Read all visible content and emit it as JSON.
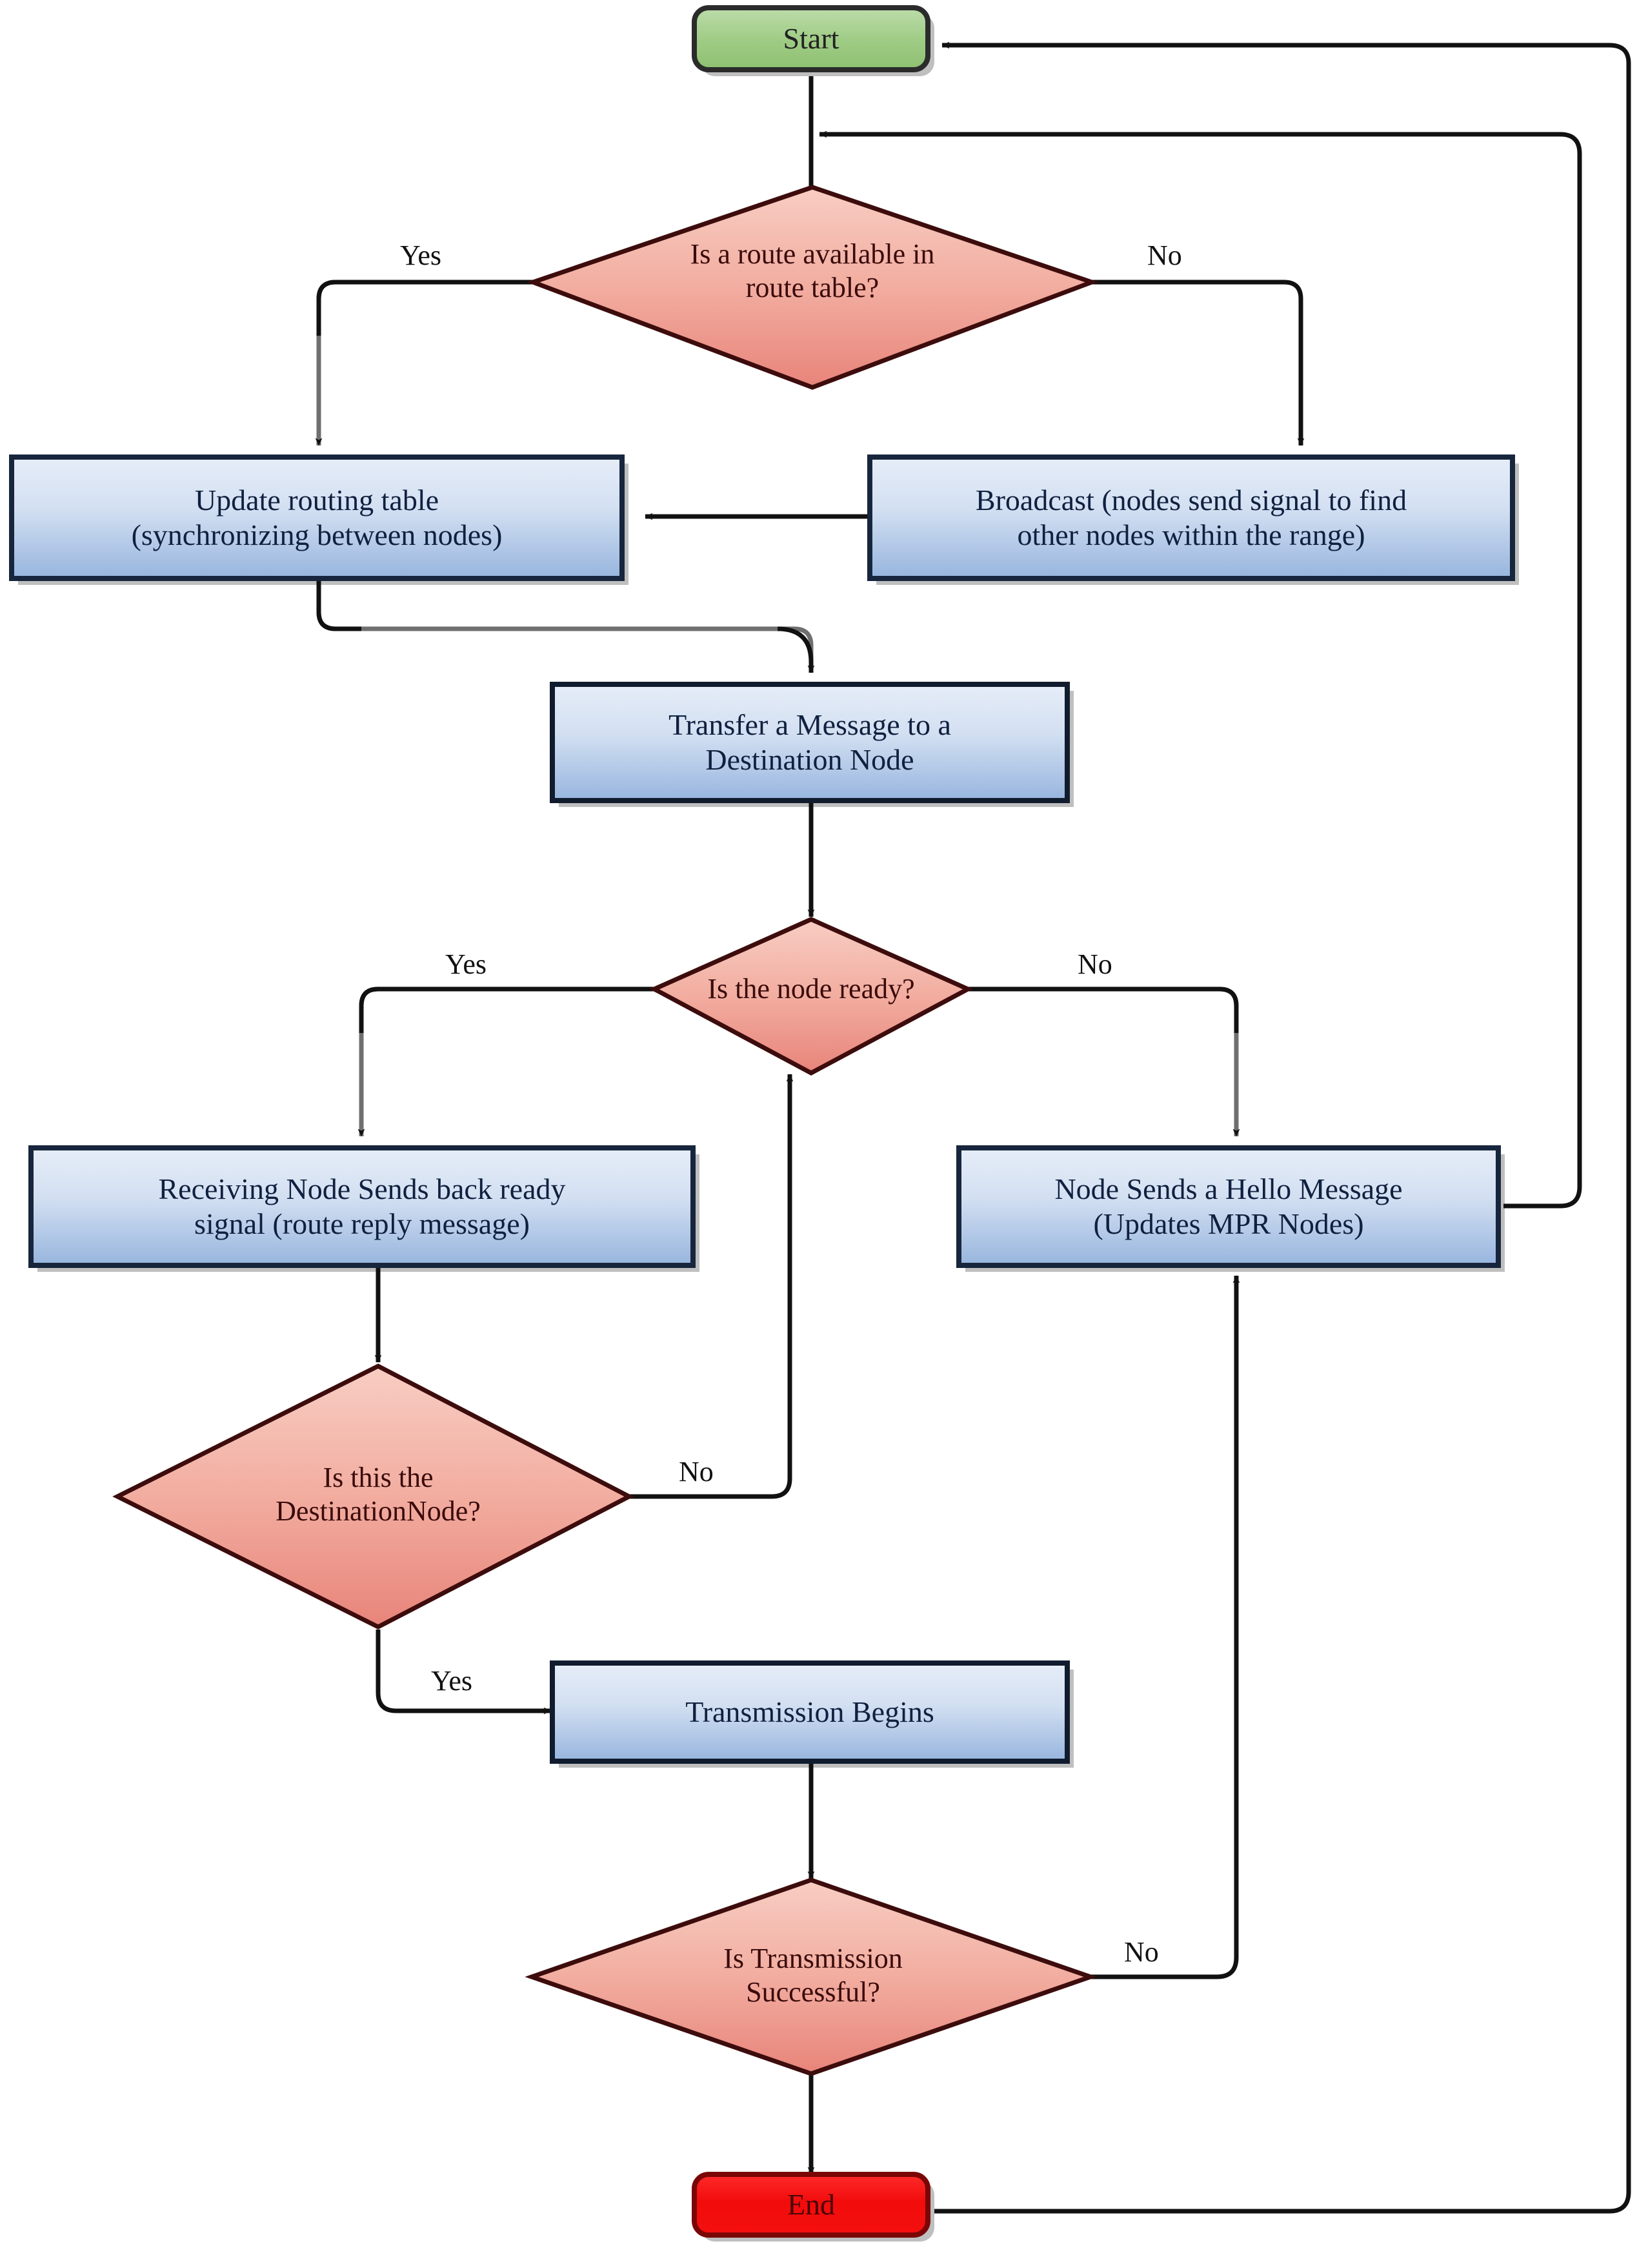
{
  "diagram": {
    "type": "flowchart",
    "title": "OLSR routing and message transmission flowchart",
    "colors": {
      "start_fill": "#8cc273",
      "start_fill_light": "#b7d9a3",
      "end_fill": "#f10d0d",
      "end_fill_light": "#ff3b3b",
      "process_fill_top": "#dfe8f6",
      "process_fill_bottom": "#95b3dd",
      "decision_fill_top": "#f7c3b9",
      "decision_fill_bottom": "#e88376",
      "process_border": "#17263d",
      "decision_border": "#3d0c0c",
      "connector": "#111111",
      "connector_gray": "#7d7d7d"
    }
  },
  "nodes": {
    "start": {
      "label": "Start",
      "shape": "terminator"
    },
    "route_decision": {
      "label_line1": "Is a route available in",
      "label_line2": "route table?",
      "shape": "decision"
    },
    "update_routing": {
      "label_line1": "Update routing table",
      "label_line2": "(synchronizing between nodes)",
      "shape": "process"
    },
    "broadcast": {
      "label_line1": "Broadcast (nodes send signal to find",
      "label_line2": "other nodes within the range)",
      "shape": "process"
    },
    "transfer_message": {
      "label_line1": "Transfer a Message to a",
      "label_line2": "Destination Node",
      "shape": "process"
    },
    "node_ready": {
      "label_line1": "Is the node ready?",
      "label_line2": "",
      "shape": "decision"
    },
    "receiving_node": {
      "label_line1": "Receiving Node Sends back ready",
      "label_line2": "signal (route reply message)",
      "shape": "process"
    },
    "hello_message": {
      "label_line1": "Node Sends a Hello Message",
      "label_line2": "(Updates MPR Nodes)",
      "shape": "process"
    },
    "is_destination": {
      "label_line1": "Is this the",
      "label_line2": "DestinationNode?",
      "shape": "decision"
    },
    "transmission_begins": {
      "label_line1": "Transmission Begins",
      "label_line2": "",
      "shape": "process"
    },
    "transmission_successful": {
      "label_line1": "Is Transmission",
      "label_line2": "Successful?",
      "shape": "decision"
    },
    "end": {
      "label": "End",
      "shape": "terminator"
    }
  },
  "edge_labels": {
    "route_yes": "Yes",
    "route_no": "No",
    "ready_yes": "Yes",
    "ready_no": "No",
    "destination_no": "No",
    "destination_yes": "Yes",
    "transmission_no": "No"
  },
  "edges": [
    {
      "from": "start",
      "to": "route_decision",
      "label": ""
    },
    {
      "from": "route_decision",
      "to": "update_routing",
      "label": "Yes"
    },
    {
      "from": "route_decision",
      "to": "broadcast",
      "label": "No"
    },
    {
      "from": "broadcast",
      "to": "update_routing",
      "label": ""
    },
    {
      "from": "update_routing",
      "to": "transfer_message",
      "label": ""
    },
    {
      "from": "transfer_message",
      "to": "node_ready",
      "label": ""
    },
    {
      "from": "node_ready",
      "to": "receiving_node",
      "label": "Yes"
    },
    {
      "from": "node_ready",
      "to": "hello_message",
      "label": "No"
    },
    {
      "from": "receiving_node",
      "to": "is_destination",
      "label": ""
    },
    {
      "from": "is_destination",
      "to": "node_ready",
      "label": "No"
    },
    {
      "from": "is_destination",
      "to": "transmission_begins",
      "label": "Yes"
    },
    {
      "from": "transmission_begins",
      "to": "transmission_successful",
      "label": ""
    },
    {
      "from": "transmission_successful",
      "to": "hello_message",
      "label": "No"
    },
    {
      "from": "transmission_successful",
      "to": "end",
      "label": ""
    },
    {
      "from": "hello_message",
      "to": "route_decision",
      "label": ""
    },
    {
      "from": "end",
      "to": "start",
      "label": ""
    }
  ]
}
